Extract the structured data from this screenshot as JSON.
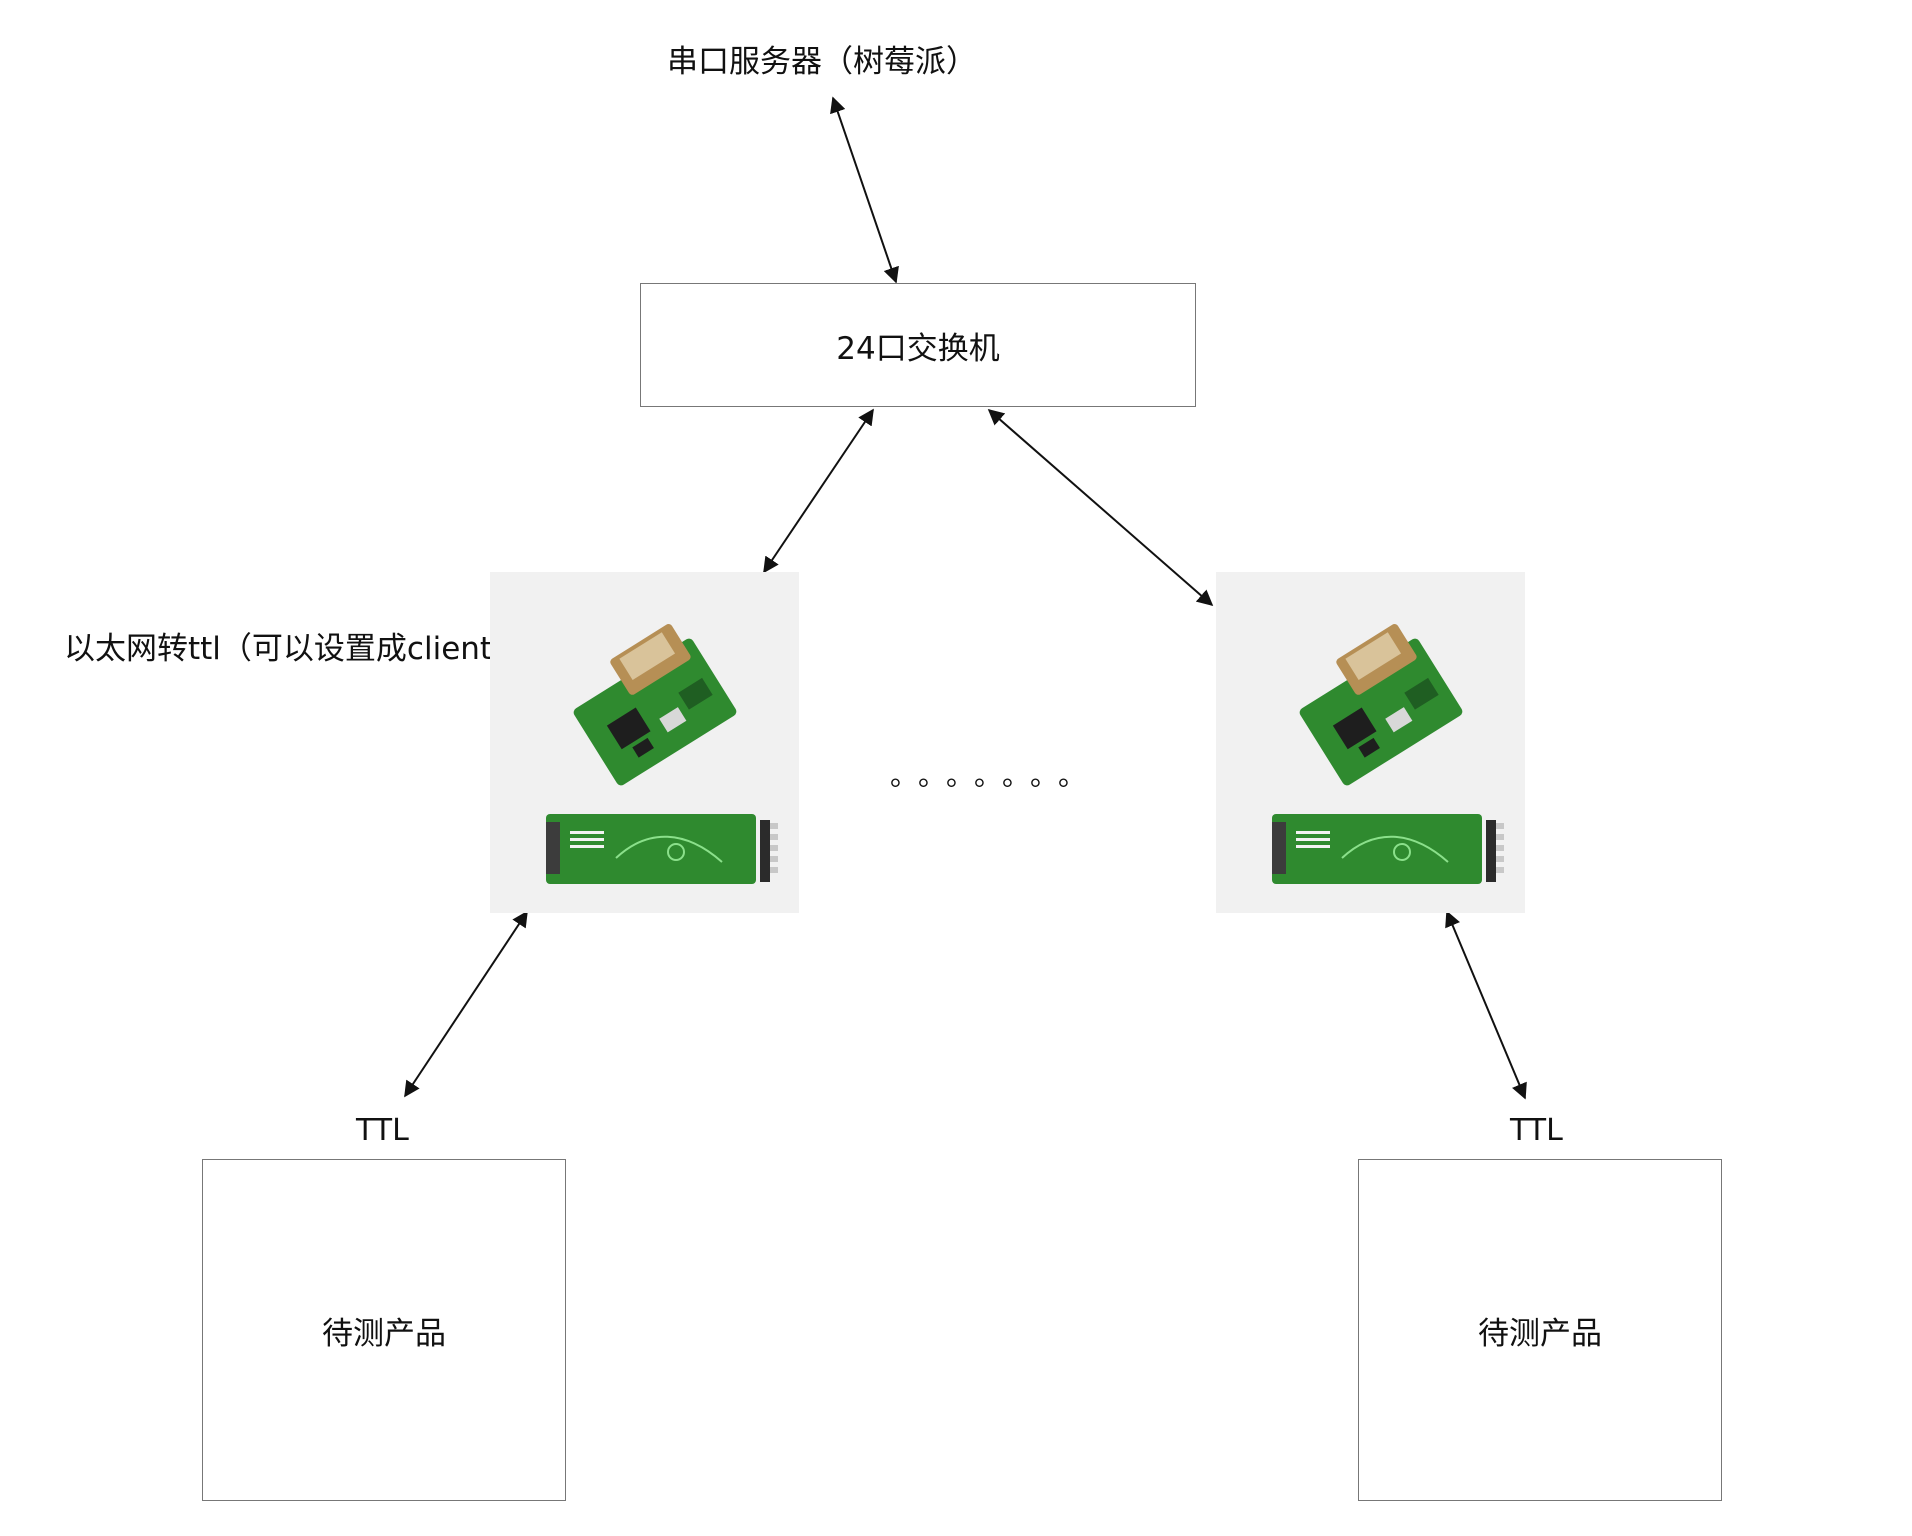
{
  "title": "串口服务器（树莓派）",
  "switch": {
    "label": "24口交换机"
  },
  "converter_label": "以太网转ttl（可以设置成client/sever）",
  "ellipsis": "。。。。。。。",
  "nodes": [
    {
      "link_label": "TTL",
      "product_label": "待测产品"
    },
    {
      "link_label": "TTL",
      "product_label": "待测产品"
    }
  ],
  "colors": {
    "line": "#111111",
    "box_border": "#777777",
    "module_bg": "#f1f1f1",
    "pcb_green": "#2f8a2f",
    "pcb_dark": "#1f5e22"
  }
}
